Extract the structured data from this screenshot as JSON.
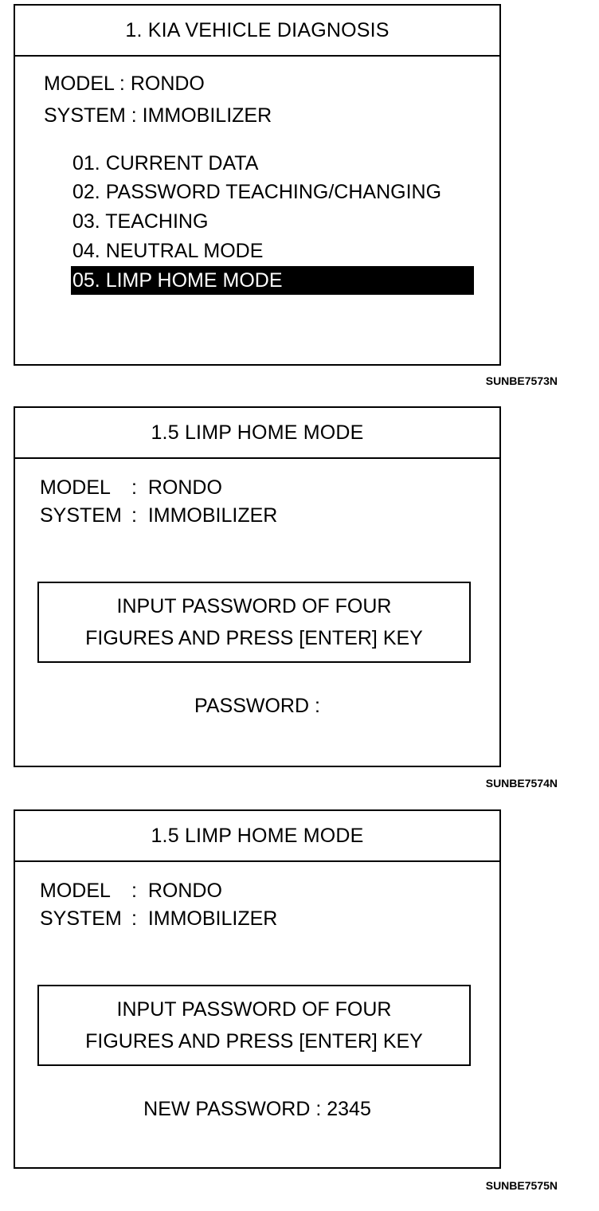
{
  "screen1": {
    "title": "1.  KIA VEHICLE DIAGNOSIS",
    "model_label": "MODEL : RONDO",
    "system_label": "SYSTEM : IMMOBILIZER",
    "menu": [
      {
        "label": "01. CURRENT DATA"
      },
      {
        "label": "02. PASSWORD TEACHING/CHANGING"
      },
      {
        "label": "03. TEACHING"
      },
      {
        "label": "04. NEUTRAL MODE"
      },
      {
        "label": "05. LIMP HOME MODE",
        "selected": true
      }
    ],
    "caption": "SUNBE7573N"
  },
  "screen2": {
    "title": "1.5  LIMP HOME MODE",
    "model_key": "MODEL",
    "model_value": ":  RONDO",
    "system_key": "SYSTEM",
    "system_value": ":  IMMOBILIZER",
    "message_line1": "INPUT PASSWORD OF FOUR",
    "message_line2": "FIGURES AND PRESS [ENTER] KEY",
    "password_prompt": "PASSWORD :",
    "caption": "SUNBE7574N"
  },
  "screen3": {
    "title": "1.5  LIMP HOME MODE",
    "model_key": "MODEL",
    "model_value": ":  RONDO",
    "system_key": "SYSTEM",
    "system_value": ":  IMMOBILIZER",
    "message_line1": "INPUT PASSWORD OF FOUR",
    "message_line2": "FIGURES AND PRESS [ENTER] KEY",
    "password_prompt": "NEW PASSWORD : 2345",
    "caption": "SUNBE7575N"
  }
}
